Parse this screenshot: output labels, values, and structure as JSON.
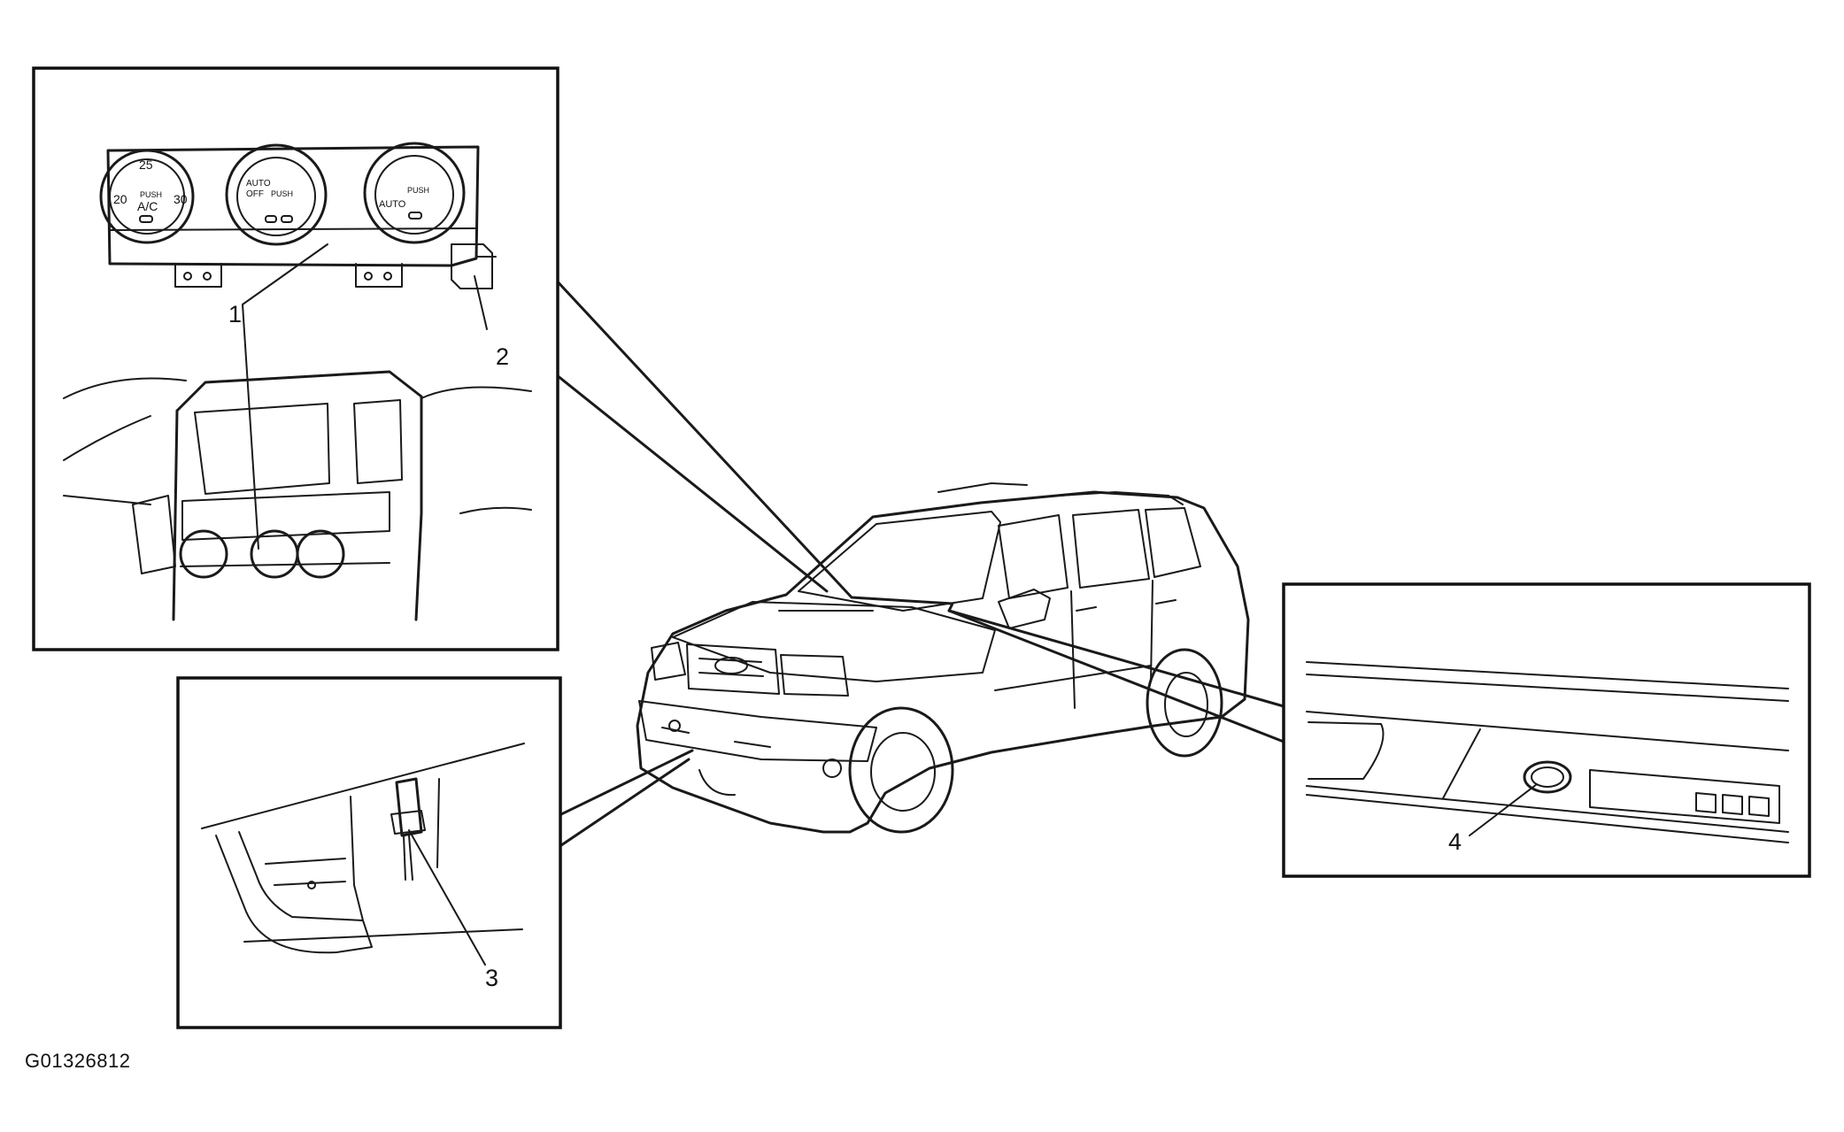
{
  "figure_id": "G01326812",
  "callouts": [
    "1",
    "2",
    "3",
    "4"
  ],
  "control_panel": {
    "temp_dial": {
      "ticks": [
        "25",
        "20",
        "30"
      ],
      "push_label": "PUSH",
      "button_label": "A/C"
    },
    "fan_dial": {
      "labels": [
        "AUTO",
        "OFF",
        "PUSH"
      ]
    },
    "mode_dial": {
      "labels": [
        "PUSH",
        "AUTO"
      ]
    }
  },
  "colors": {
    "line": "#1a1a1a",
    "background": "#ffffff"
  }
}
